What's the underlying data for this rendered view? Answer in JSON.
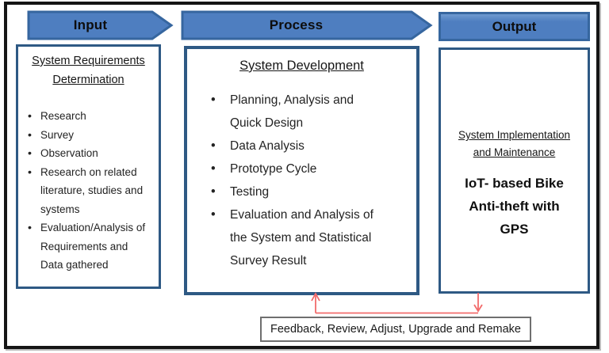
{
  "headers": {
    "input": "Input",
    "process": "Process",
    "output": "Output"
  },
  "input_box": {
    "title": "System Requirements Determination",
    "bullets": [
      "Research",
      "Survey",
      "Observation",
      "Research on related literature, studies and systems",
      "Evaluation/Analysis of Requirements and Data gathered"
    ]
  },
  "process_box": {
    "title": "System Development",
    "bullets": [
      "Planning, Analysis and Quick Design",
      "Data Analysis",
      "Prototype Cycle",
      "Testing",
      "Evaluation and Analysis of the System and Statistical Survey Result"
    ]
  },
  "output_box": {
    "title": "System Implementation and Maintenance",
    "result": "IoT- based Bike Anti-theft with GPS"
  },
  "feedback": {
    "label": "Feedback, Review, Adjust, Upgrade and Remake"
  },
  "colors": {
    "header_fill": "#4e7ec0",
    "header_border": "#36669f",
    "box_border": "#2e5984",
    "connector": "#f26b6b",
    "outer_border": "#151515",
    "feedback_border": "#6f6f6f"
  }
}
